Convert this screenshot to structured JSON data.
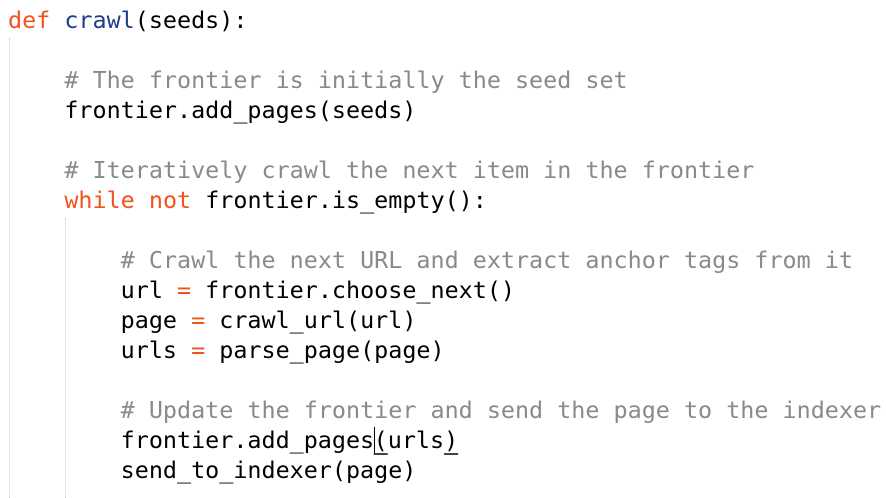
{
  "editor": {
    "language": "python",
    "colors": {
      "keyword": "#f0541e",
      "function": "#1f3c8f",
      "comment": "#8a8a8a",
      "text": "#000000"
    },
    "lines": [
      [
        {
          "t": "def",
          "c": "kw"
        },
        {
          "t": " "
        },
        {
          "t": "crawl",
          "c": "fn"
        },
        {
          "t": "(seeds):"
        }
      ],
      [],
      [
        {
          "t": "    "
        },
        {
          "t": "# The frontier is initially the seed set",
          "c": "cm"
        }
      ],
      [
        {
          "t": "    frontier.add_pages(seeds)"
        }
      ],
      [],
      [
        {
          "t": "    "
        },
        {
          "t": "# Iteratively crawl the next item in the frontier",
          "c": "cm"
        }
      ],
      [
        {
          "t": "    "
        },
        {
          "t": "while",
          "c": "kw"
        },
        {
          "t": " "
        },
        {
          "t": "not",
          "c": "kw"
        },
        {
          "t": " frontier.is_empty():"
        }
      ],
      [],
      [
        {
          "t": "        "
        },
        {
          "t": "# Crawl the next URL and extract anchor tags from it",
          "c": "cm"
        }
      ],
      [
        {
          "t": "        url "
        },
        {
          "t": "=",
          "c": "op"
        },
        {
          "t": " frontier.choose_next()"
        }
      ],
      [
        {
          "t": "        page "
        },
        {
          "t": "=",
          "c": "op"
        },
        {
          "t": " crawl_url(url)"
        }
      ],
      [
        {
          "t": "        urls "
        },
        {
          "t": "=",
          "c": "op"
        },
        {
          "t": " parse_page(page)"
        }
      ],
      [],
      [
        {
          "t": "        "
        },
        {
          "t": "# Update the frontier and send the page to the indexer",
          "c": "cm"
        }
      ],
      [
        {
          "t": "        frontier.add_pages"
        },
        {
          "t": "",
          "c": "cursor"
        },
        {
          "t": "(",
          "c": "match"
        },
        {
          "t": "urls"
        },
        {
          "t": ")",
          "c": "match"
        }
      ],
      [
        {
          "t": "        send_to_indexer(page)"
        }
      ]
    ]
  }
}
